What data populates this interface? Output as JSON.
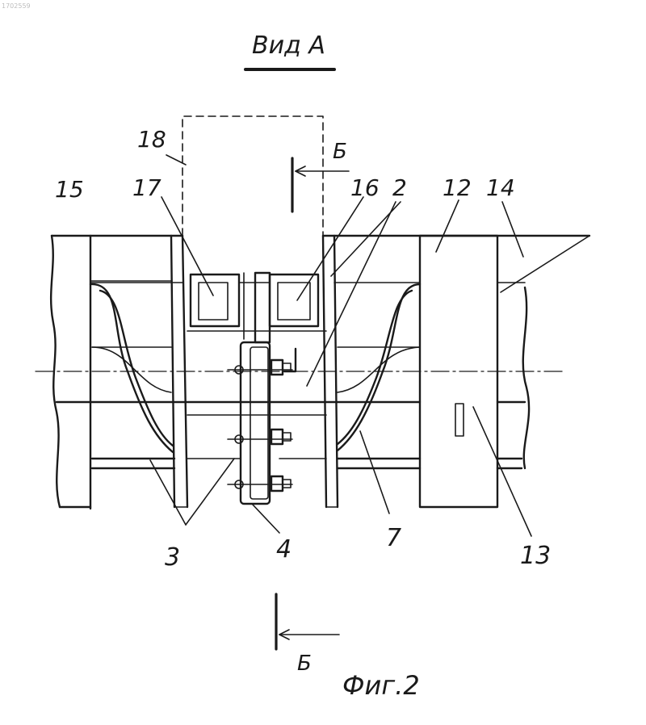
{
  "corner_code": "1702559",
  "view_title": "Вид А",
  "figure_caption": "Фиг.2",
  "section_letter_top": "Б",
  "section_letter_bottom": "Б",
  "part_labels": {
    "l18": "18",
    "l15": "15",
    "l17": "17",
    "l16": "16",
    "l2": "2",
    "l12": "12",
    "l14": "14",
    "l3": "3",
    "l4": "4",
    "l7": "7",
    "l13": "13"
  }
}
